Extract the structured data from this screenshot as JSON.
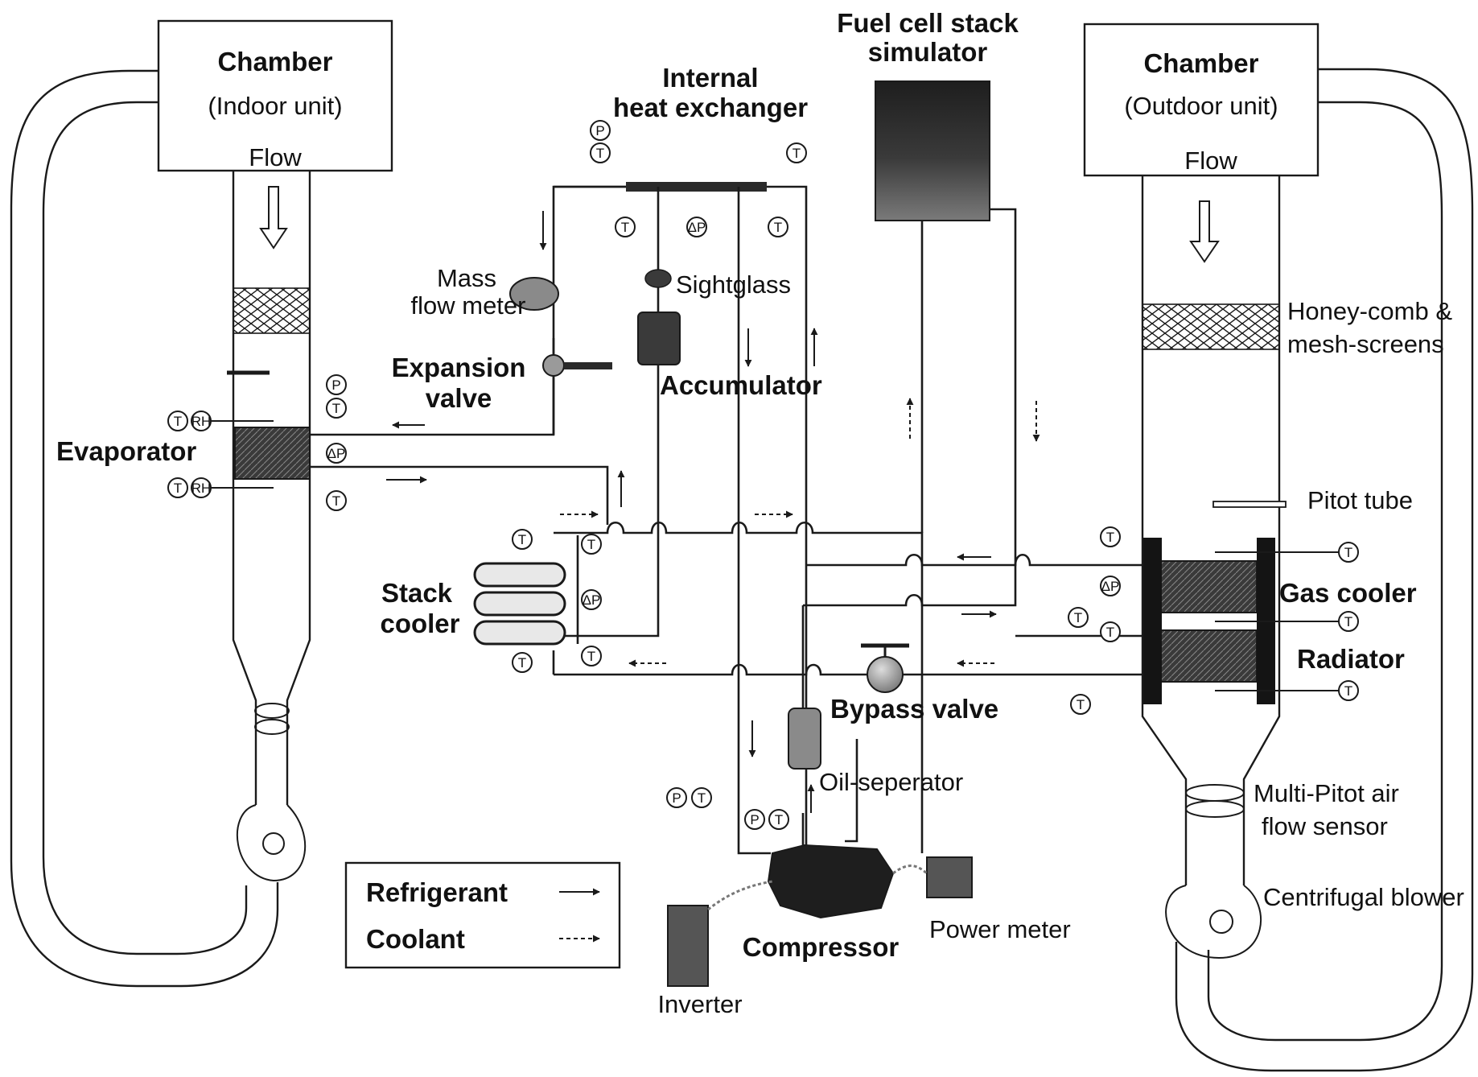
{
  "colors": {
    "line": "#1a1a1a",
    "dark_equipment": "#2a2a2a",
    "hatched_core": "#3a3a3a",
    "background": "#ffffff"
  },
  "labels": {
    "chamber_indoor_title": "Chamber",
    "chamber_indoor_sub": "(Indoor  unit)",
    "flow_indoor": "Flow",
    "chamber_outdoor_title": "Chamber",
    "chamber_outdoor_sub": "(Outdoor  unit)",
    "flow_outdoor": "Flow",
    "fuel_cell_line1": "Fuel cell stack",
    "fuel_cell_line2": "simulator",
    "ihx_line1": "Internal",
    "ihx_line2": "heat exchanger",
    "mass_flow_line1": "Mass",
    "mass_flow_line2": "flow meter",
    "sightglass": "Sightglass",
    "expansion_line1": "Expansion",
    "expansion_line2": "valve",
    "accumulator": "Accumulator",
    "evaporator": "Evaporator",
    "honeycomb_line1": "Honey-comb &",
    "honeycomb_line2": "mesh-screens",
    "pitot_tube": "Pitot tube",
    "gas_cooler": "Gas cooler",
    "radiator": "Radiator",
    "stack_cooler_line1": "Stack",
    "stack_cooler_line2": "cooler",
    "bypass_valve": "Bypass valve",
    "oil_separator": "Oil-seperator",
    "multi_pitot_line1": "Multi-Pitot air",
    "multi_pitot_line2": "flow sensor",
    "centrifugal_blower": "Centrifugal blower",
    "power_meter": "Power meter",
    "compressor": "Compressor",
    "inverter": "Inverter"
  },
  "gauge_symbols": {
    "T": "T",
    "P": "P",
    "RH": "RH",
    "dP": "ΔP"
  },
  "legend": {
    "refrigerant": "Refrigerant",
    "coolant": "Coolant"
  },
  "icons": {
    "flow_arrow": "hollow-down-arrow-icon",
    "refrigerant_arrow": "solid-arrow-icon",
    "coolant_arrow": "dashed-arrow-icon"
  }
}
